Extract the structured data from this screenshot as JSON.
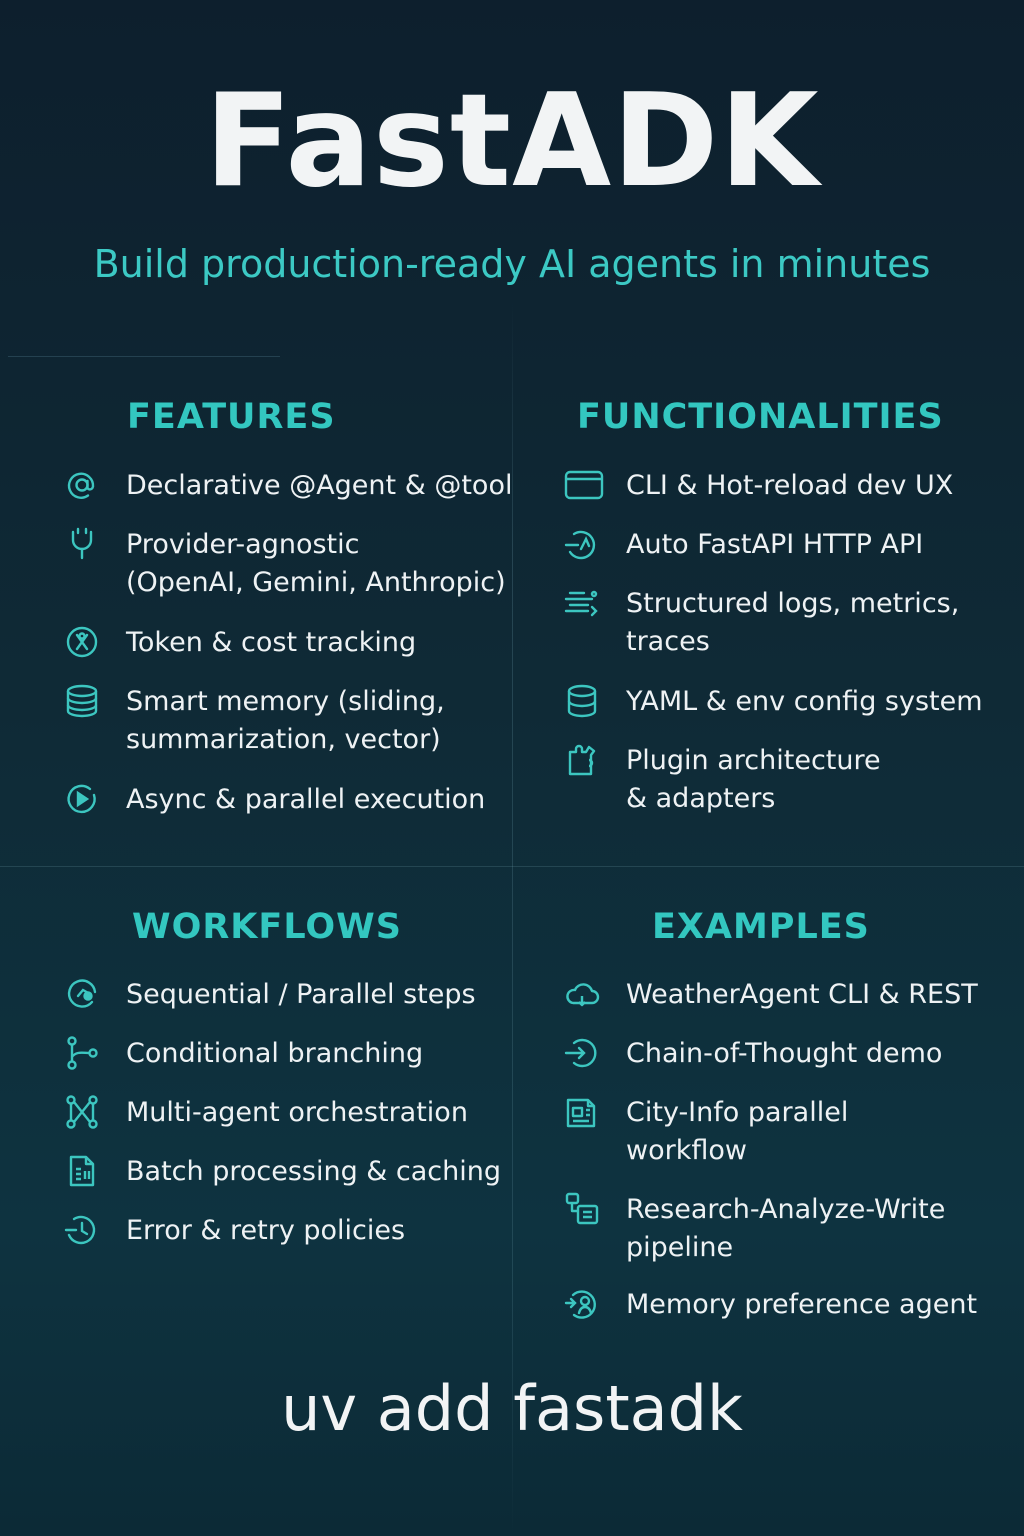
{
  "header": {
    "title": "FastADK",
    "subtitle": "Build production-ready AI agents in minutes"
  },
  "sections": {
    "features": {
      "heading": "FEATURES",
      "items": [
        {
          "icon": "at-sign-icon",
          "line1": "Declarative @Agent & @tool",
          "line2": ""
        },
        {
          "icon": "plug-icon",
          "line1": "Provider-agnostic",
          "line2": "(OpenAI, Gemini, Anthropic)"
        },
        {
          "icon": "token-coin-icon",
          "line1": "Token & cost tracking",
          "line2": ""
        },
        {
          "icon": "database-stack-icon",
          "line1": "Smart memory (sliding,",
          "line2": "summarization, vector)"
        },
        {
          "icon": "play-circle-icon",
          "line1": "Async & parallel execution",
          "line2": ""
        }
      ]
    },
    "functionalities": {
      "heading": "FUNCTIONALITIES",
      "items": [
        {
          "icon": "window-icon",
          "line1": "CLI & Hot-reload dev UX",
          "line2": ""
        },
        {
          "icon": "api-arrow-icon",
          "line1": "Auto FastAPI HTTP API",
          "line2": ""
        },
        {
          "icon": "logs-icon",
          "line1": "Structured logs, metrics,",
          "line2": "traces"
        },
        {
          "icon": "database-icon",
          "line1": "YAML & env config system",
          "line2": ""
        },
        {
          "icon": "puzzle-icon",
          "line1": "Plugin architecture",
          "line2": "& adapters"
        }
      ]
    },
    "workflows": {
      "heading": "WORKFLOWS",
      "items": [
        {
          "icon": "steps-icon",
          "line1": "Sequential / Parallel steps",
          "line2": ""
        },
        {
          "icon": "branch-icon",
          "line1": "Conditional branching",
          "line2": ""
        },
        {
          "icon": "network-icon",
          "line1": "Multi-agent orchestration",
          "line2": ""
        },
        {
          "icon": "document-icon",
          "line1": "Batch processing & caching",
          "line2": ""
        },
        {
          "icon": "retry-icon",
          "line1": "Error & retry policies",
          "line2": ""
        }
      ]
    },
    "examples": {
      "heading": "EXAMPLES",
      "items": [
        {
          "icon": "cloud-icon",
          "line1": "WeatherAgent CLI & REST",
          "line2": ""
        },
        {
          "icon": "enter-arrow-icon",
          "line1": "Chain-of-Thought demo",
          "line2": ""
        },
        {
          "icon": "newspaper-icon",
          "line1": "City-Info parallel",
          "line2": "workflow"
        },
        {
          "icon": "pipeline-icon",
          "line1": "Research-Analyze-Write",
          "line2": "pipeline"
        },
        {
          "icon": "memory-head-icon",
          "line1": "Memory preference agent",
          "line2": ""
        }
      ]
    }
  },
  "footer": {
    "install_command": "uv add fastadk"
  },
  "colors": {
    "accent": "#3cc6c0",
    "background": "#0f2a36",
    "text": "#eef2f4"
  }
}
